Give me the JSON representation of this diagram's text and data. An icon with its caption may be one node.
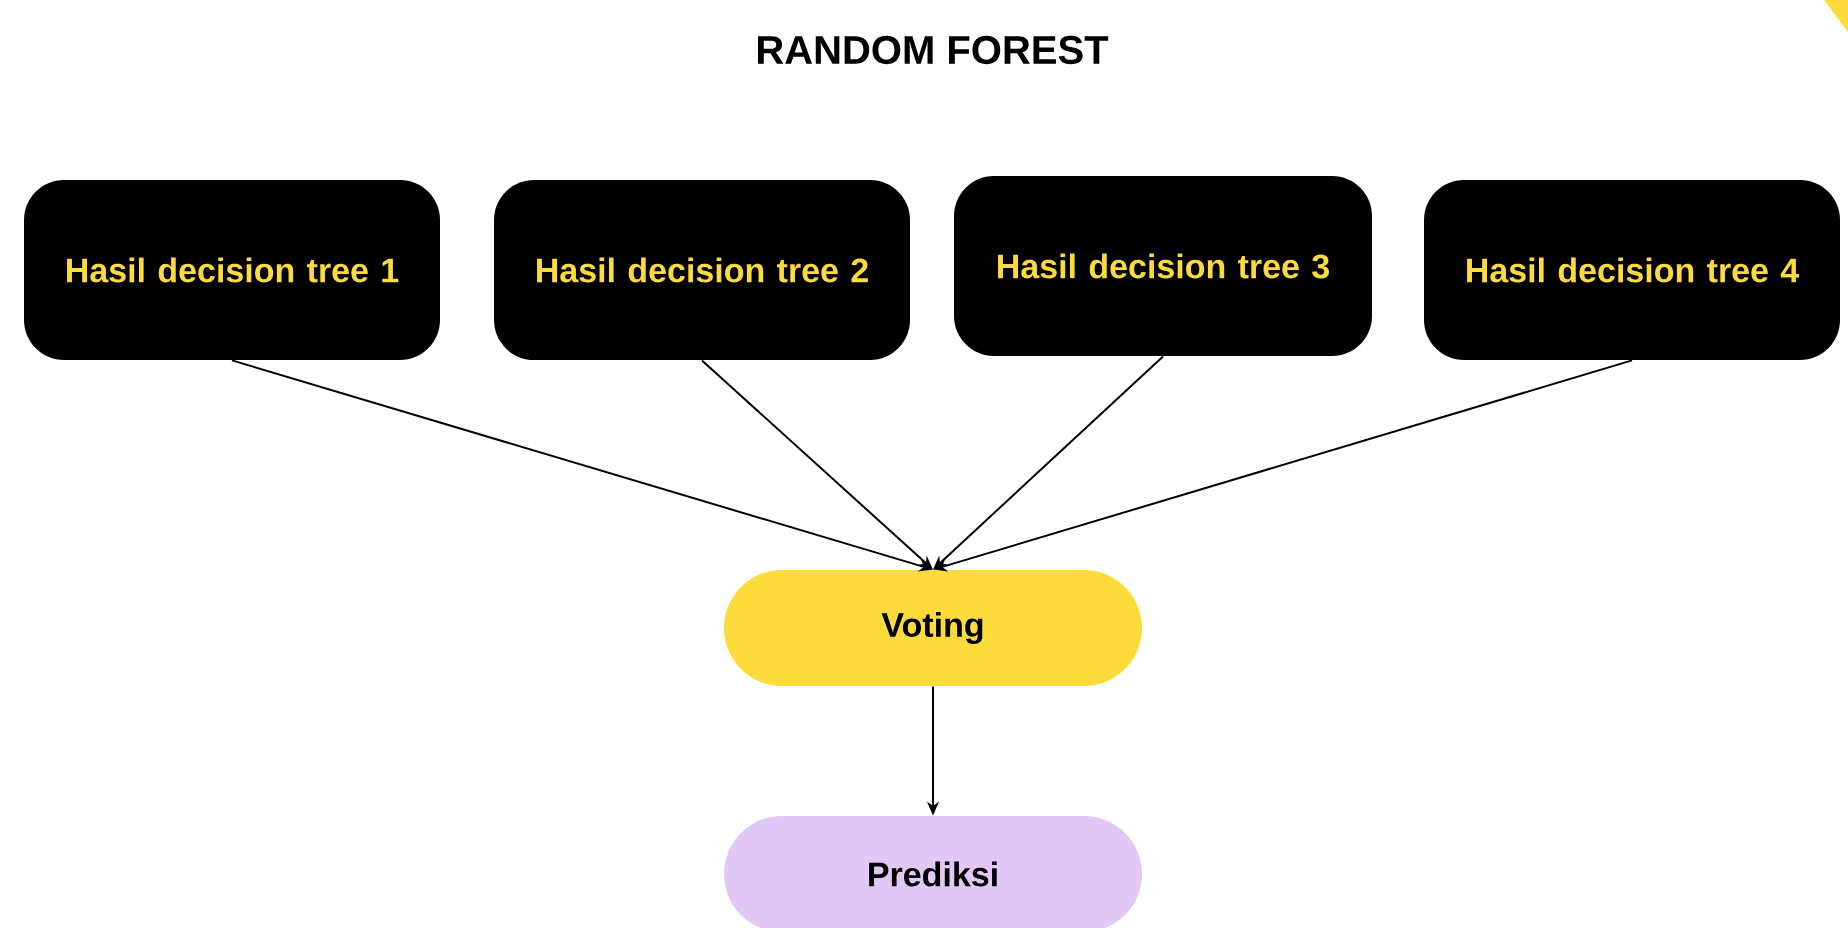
{
  "diagram": {
    "title": "RANDOM FOREST",
    "nodes": [
      {
        "text": [
          "Hasil decision tree 1"
        ]
      },
      {
        "text": [
          "Hasil decision tree 2"
        ]
      },
      {
        "text": [
          "Hasil decision tree 3"
        ]
      },
      {
        "text": [
          "Hasil decision tree 4"
        ]
      },
      {
        "text": [
          "Voting"
        ]
      },
      {
        "text": [
          "Prediksi"
        ]
      }
    ],
    "edges": [
      {
        "from": 0,
        "to": 4,
        "arrow": "to"
      },
      {
        "from": 1,
        "to": 4,
        "arrow": "to"
      },
      {
        "from": 2,
        "to": 4,
        "arrow": "to"
      },
      {
        "from": 3,
        "to": 4,
        "arrow": "to"
      },
      {
        "from": 4,
        "to": 5,
        "arrow": "to"
      }
    ]
  }
}
